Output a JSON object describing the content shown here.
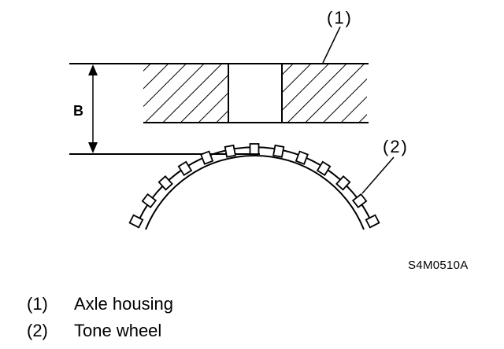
{
  "figure": {
    "dimension_label": "B",
    "callouts": [
      {
        "number": "(1)"
      },
      {
        "number": "(2)"
      }
    ],
    "figure_code": "S4M0510A"
  },
  "legend": [
    {
      "number": "(1)",
      "label": "Axle housing"
    },
    {
      "number": "(2)",
      "label": "Tone wheel"
    }
  ]
}
